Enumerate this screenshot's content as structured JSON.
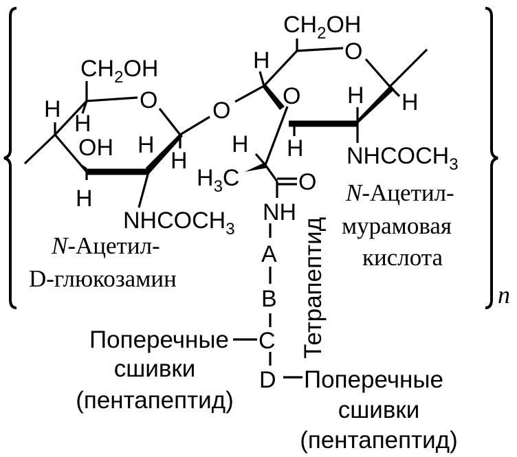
{
  "structure": {
    "left_ring": {
      "ch2oh_ch": "CH",
      "ch2oh_sub": "2",
      "ch2oh_oh": "OH",
      "ring_o": "O",
      "h_c4": "H",
      "h_c3": "H",
      "oh_c3": "OH",
      "h_c2": "H",
      "h_c1": "H",
      "h_c3_down": "H",
      "nhcoch": "NHCOCH",
      "nhcoch_sub": "3"
    },
    "glycosidic_o": "O",
    "right_ring": {
      "ch2oh_ch": "CH",
      "ch2oh_sub": "2",
      "ch2oh_oh": "OH",
      "ring_o": "O",
      "h_c4": "H",
      "o3": "O",
      "h_c2": "H",
      "h_c1": "H",
      "h_c3": "H",
      "nhcoch": "NHCOCH",
      "nhcoch_sub": "3"
    },
    "lactyl": {
      "h": "H",
      "h3c_h": "H",
      "h3c_sub": "3",
      "h3c_c": "C",
      "carbonyl_o": "O",
      "nh": "NH"
    },
    "peptide": {
      "a": "A",
      "b": "B",
      "c": "C",
      "d": "D"
    }
  },
  "captions": {
    "left_name_italic": "N",
    "left_name_line1": "-Ацетил-",
    "left_name_line2": "D-глюкозамин",
    "right_name_italic": "N",
    "right_name_line1": "-Ацетил-",
    "right_name_line2": "мурамовая",
    "right_name_line3": "кислота",
    "tetrapeptide": "Тетрапептид",
    "crosslink_left_1": "Поперечные",
    "crosslink_left_2": "сшивки",
    "crosslink_left_3": "(пентапептид)",
    "crosslink_right_1": "Поперечные",
    "crosslink_right_2": "сшивки",
    "crosslink_right_3": "(пентапептид)",
    "repeat_n": "n"
  }
}
